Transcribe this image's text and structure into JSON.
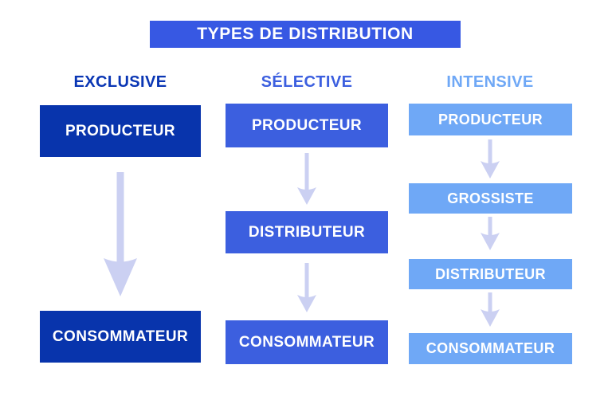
{
  "title": "TYPES DE DISTRIBUTION",
  "colors": {
    "title_bar_blue": "#3758E3",
    "exclusive_dark_blue": "#0834AC",
    "exclusive_header_blue": "#0A36B4",
    "selective_royal_blue": "#3C5FDF",
    "intensive_light_blue": "#6FA8F6",
    "arrow_lavender": "#CBD0F2",
    "box_text": "#FFFFFF",
    "background": "#FFFFFF"
  },
  "icons": {
    "arrow": "arrow-down-icon"
  },
  "columns": [
    {
      "id": "exclusive",
      "header": "EXCLUSIVE",
      "boxes": [
        "PRODUCTEUR",
        "CONSOMMATEUR"
      ]
    },
    {
      "id": "selective",
      "header": "SÉLECTIVE",
      "boxes": [
        "PRODUCTEUR",
        "DISTRIBUTEUR",
        "CONSOMMATEUR"
      ]
    },
    {
      "id": "intensive",
      "header": "INTENSIVE",
      "boxes": [
        "PRODUCTEUR",
        "GROSSISTE",
        "DISTRIBUTEUR",
        "CONSOMMATEUR"
      ]
    }
  ]
}
